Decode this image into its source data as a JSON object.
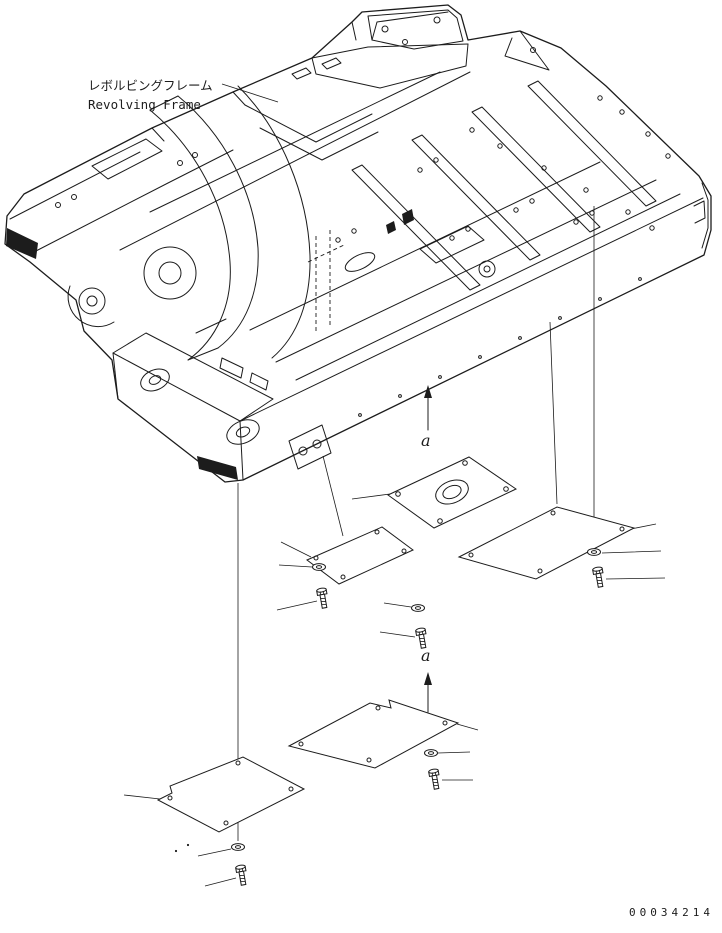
{
  "page": {
    "paper_color": "#ffffff",
    "ink_color": "#1c1c1c"
  },
  "labels": {
    "frame_label_jp": "レボルビングフレーム",
    "frame_label_en": "Revolving Frame",
    "view_arrow_top": "a",
    "view_arrow_bottom": "a",
    "drawing_number": "00034214"
  }
}
